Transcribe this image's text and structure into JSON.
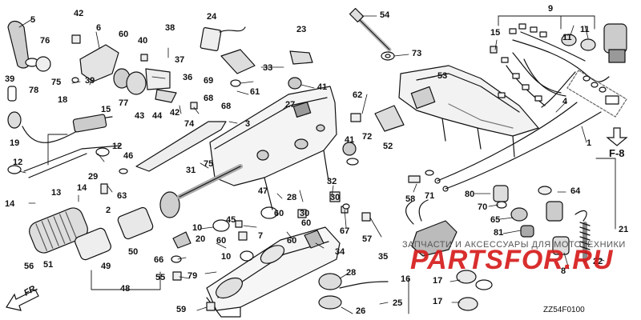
{
  "diagram": {
    "code": "ZZ54F0100",
    "section_ref": "F-8",
    "direction_label": "FR.",
    "colors": {
      "line": "#111111",
      "shade": "#bdbdbd",
      "watermark": "#d61c1c"
    },
    "icons": [
      "front-direction-arrow-icon",
      "section-pointer-arrow-icon"
    ],
    "callouts": {
      "c1": "1",
      "c2": "2",
      "c3": "3",
      "c4": "4",
      "c5": "5",
      "c6": "6",
      "c7": "7",
      "c8": "8",
      "c9": "9",
      "c10": "10",
      "c11": "11",
      "c12": "12",
      "c13": "13",
      "c14": "14",
      "c15": "15",
      "c16": "16",
      "c17": "17",
      "c18": "18",
      "c19": "19",
      "c20": "20",
      "c21": "21",
      "c22": "22",
      "c23": "23",
      "c24": "24",
      "c25": "25",
      "c26": "26",
      "c27": "27",
      "c28": "28",
      "c29": "29",
      "c30": "30",
      "c31": "31",
      "c32": "32",
      "c33": "33",
      "c34": "34",
      "c35": "35",
      "c36": "36",
      "c37": "37",
      "c38": "38",
      "c39": "39",
      "c40": "40",
      "c41": "41",
      "c42": "42",
      "c43": "43",
      "c44": "44",
      "c45": "45",
      "c46": "46",
      "c47": "47",
      "c48": "48",
      "c49": "49",
      "c50": "50",
      "c51": "51",
      "c52": "52",
      "c53": "53",
      "c54": "54",
      "c55": "55",
      "c56": "56",
      "c57": "57",
      "c58": "58",
      "c59": "59",
      "c60": "60",
      "c61": "61",
      "c62": "62",
      "c63": "63",
      "c64": "64",
      "c65": "65",
      "c66": "66",
      "c67": "67",
      "c68": "68",
      "c69": "69",
      "c70": "70",
      "c71": "71",
      "c72": "72",
      "c73": "73",
      "c74": "74",
      "c75": "75",
      "c76": "76",
      "c77": "77",
      "c78": "78",
      "c79": "79",
      "c80": "80",
      "c81": "81"
    }
  },
  "watermark": {
    "tagline": "ЗАПЧАСТИ И АКСЕССУАРЫ ДЛЯ МОТОТЕХНИКИ",
    "logo": "PARTSFOR.RU"
  }
}
